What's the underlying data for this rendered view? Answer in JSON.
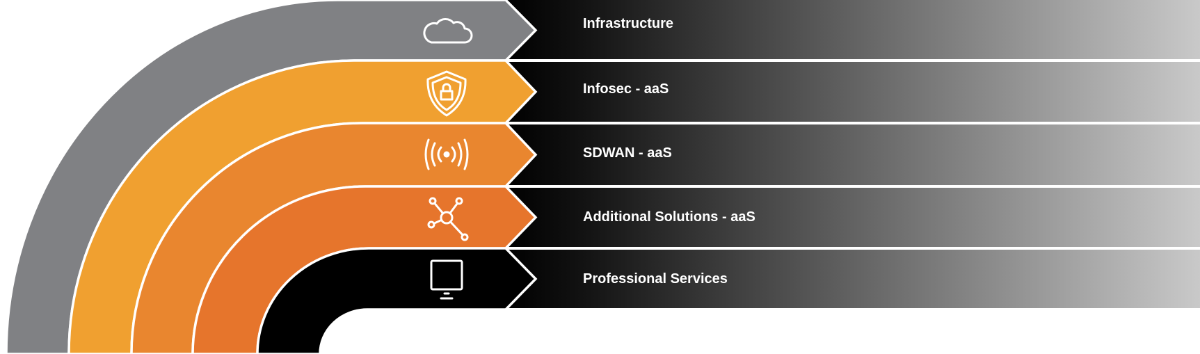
{
  "colors": {
    "gray": "#808184",
    "orange_light": "#f0a030",
    "orange_mid": "#e9862f",
    "orange_dark": "#e6752c",
    "black": "#000000",
    "bar_start": "#000000",
    "bar_end": "#c9c9c9"
  },
  "layers": [
    {
      "label": "Infrastructure",
      "icon": "cloud-icon"
    },
    {
      "label": "Infosec - aaS",
      "icon": "shield-lock-icon"
    },
    {
      "label": "SDWAN - aaS",
      "icon": "wireless-signal-icon"
    },
    {
      "label": "Additional Solutions - aaS",
      "icon": "network-hub-icon"
    },
    {
      "label": "Professional Services",
      "icon": "monitor-icon"
    }
  ]
}
